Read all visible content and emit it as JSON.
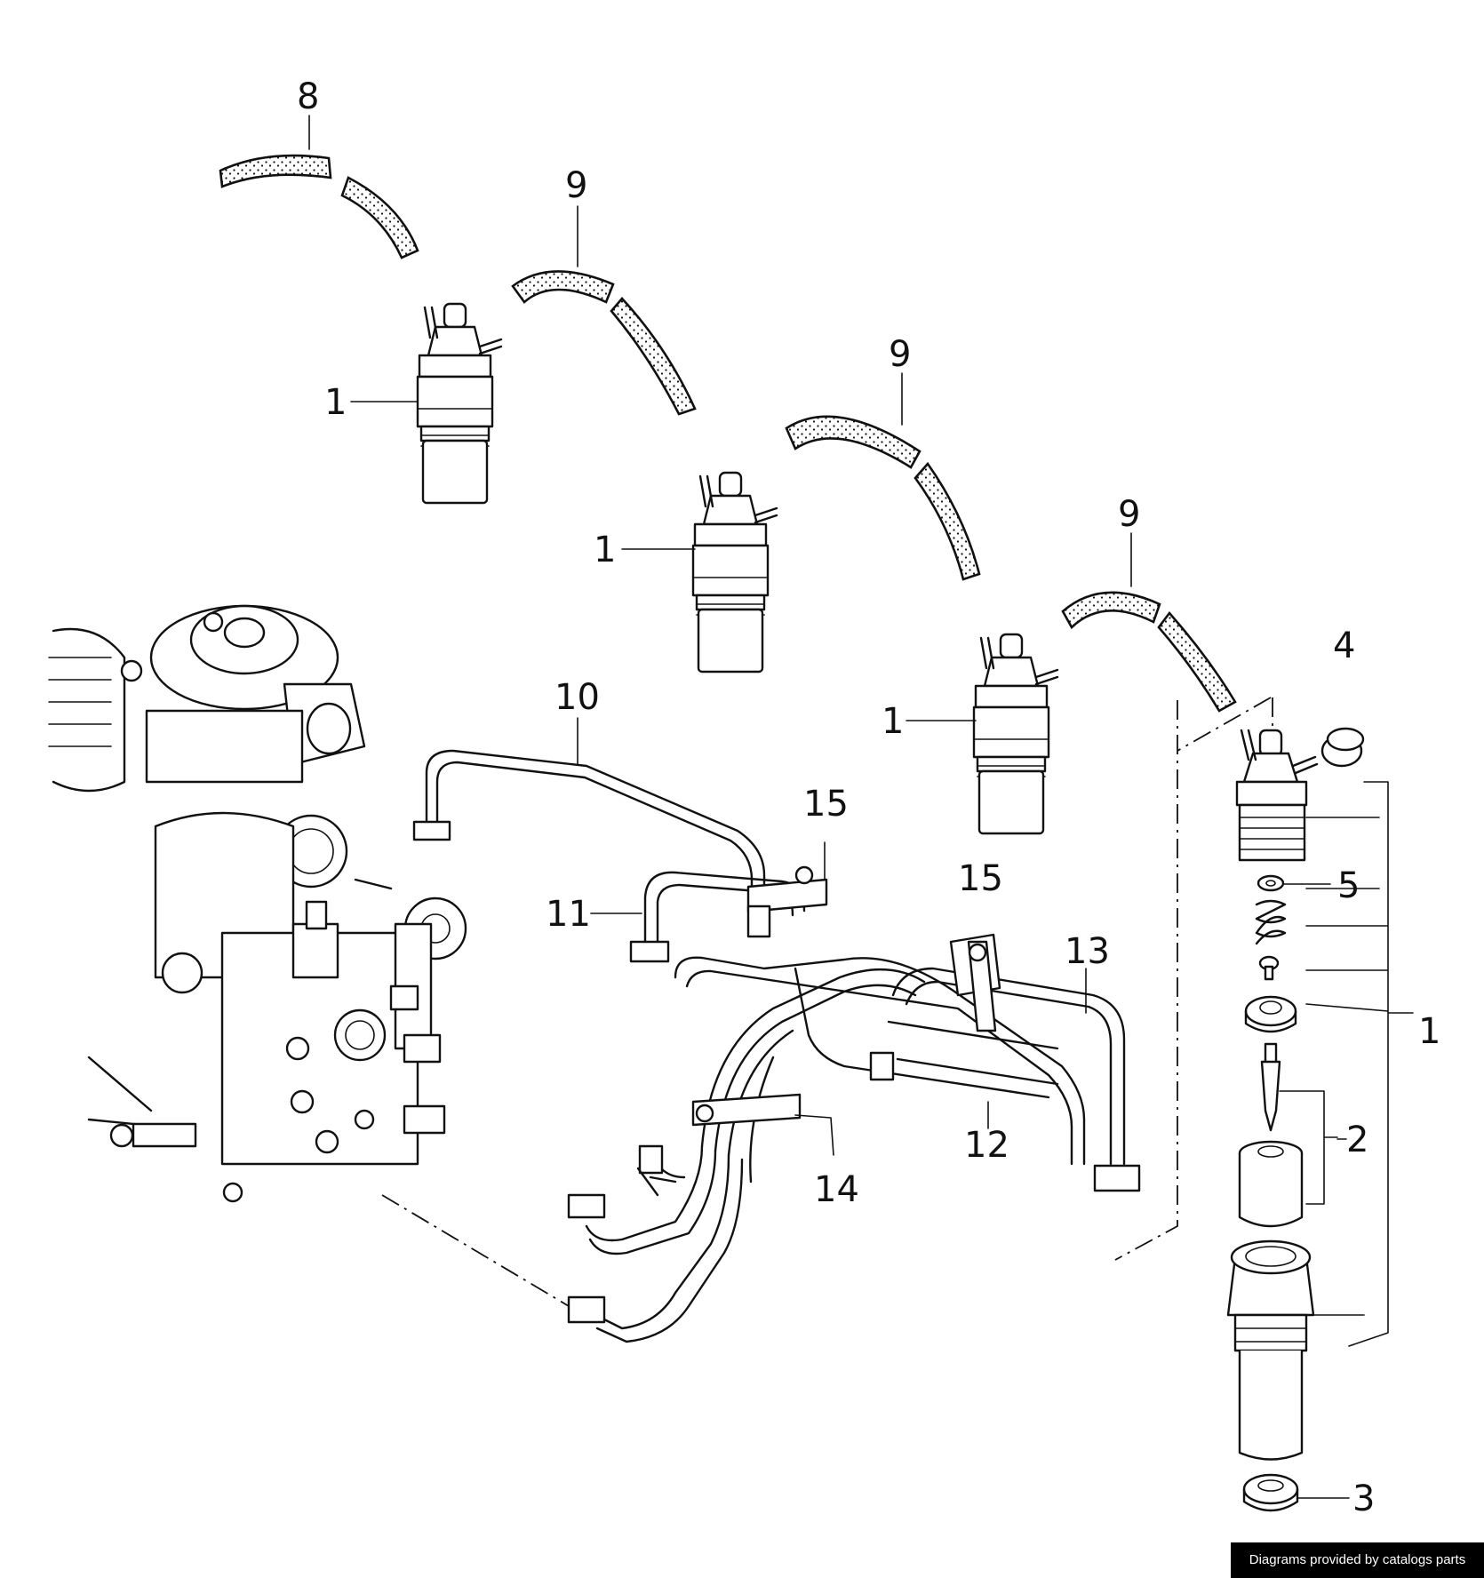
{
  "callouts": {
    "c8": "8",
    "c9a": "9",
    "c9b": "9",
    "c9c": "9",
    "c1a": "1",
    "c1b": "1",
    "c1c": "1",
    "c1d": "1",
    "c2": "2",
    "c3": "3",
    "c4": "4",
    "c5": "5",
    "c10": "10",
    "c11": "11",
    "c12": "12",
    "c13": "13",
    "c14": "14",
    "c15a": "15",
    "c15b": "15"
  },
  "credit": "Diagrams provided by catalogs parts"
}
